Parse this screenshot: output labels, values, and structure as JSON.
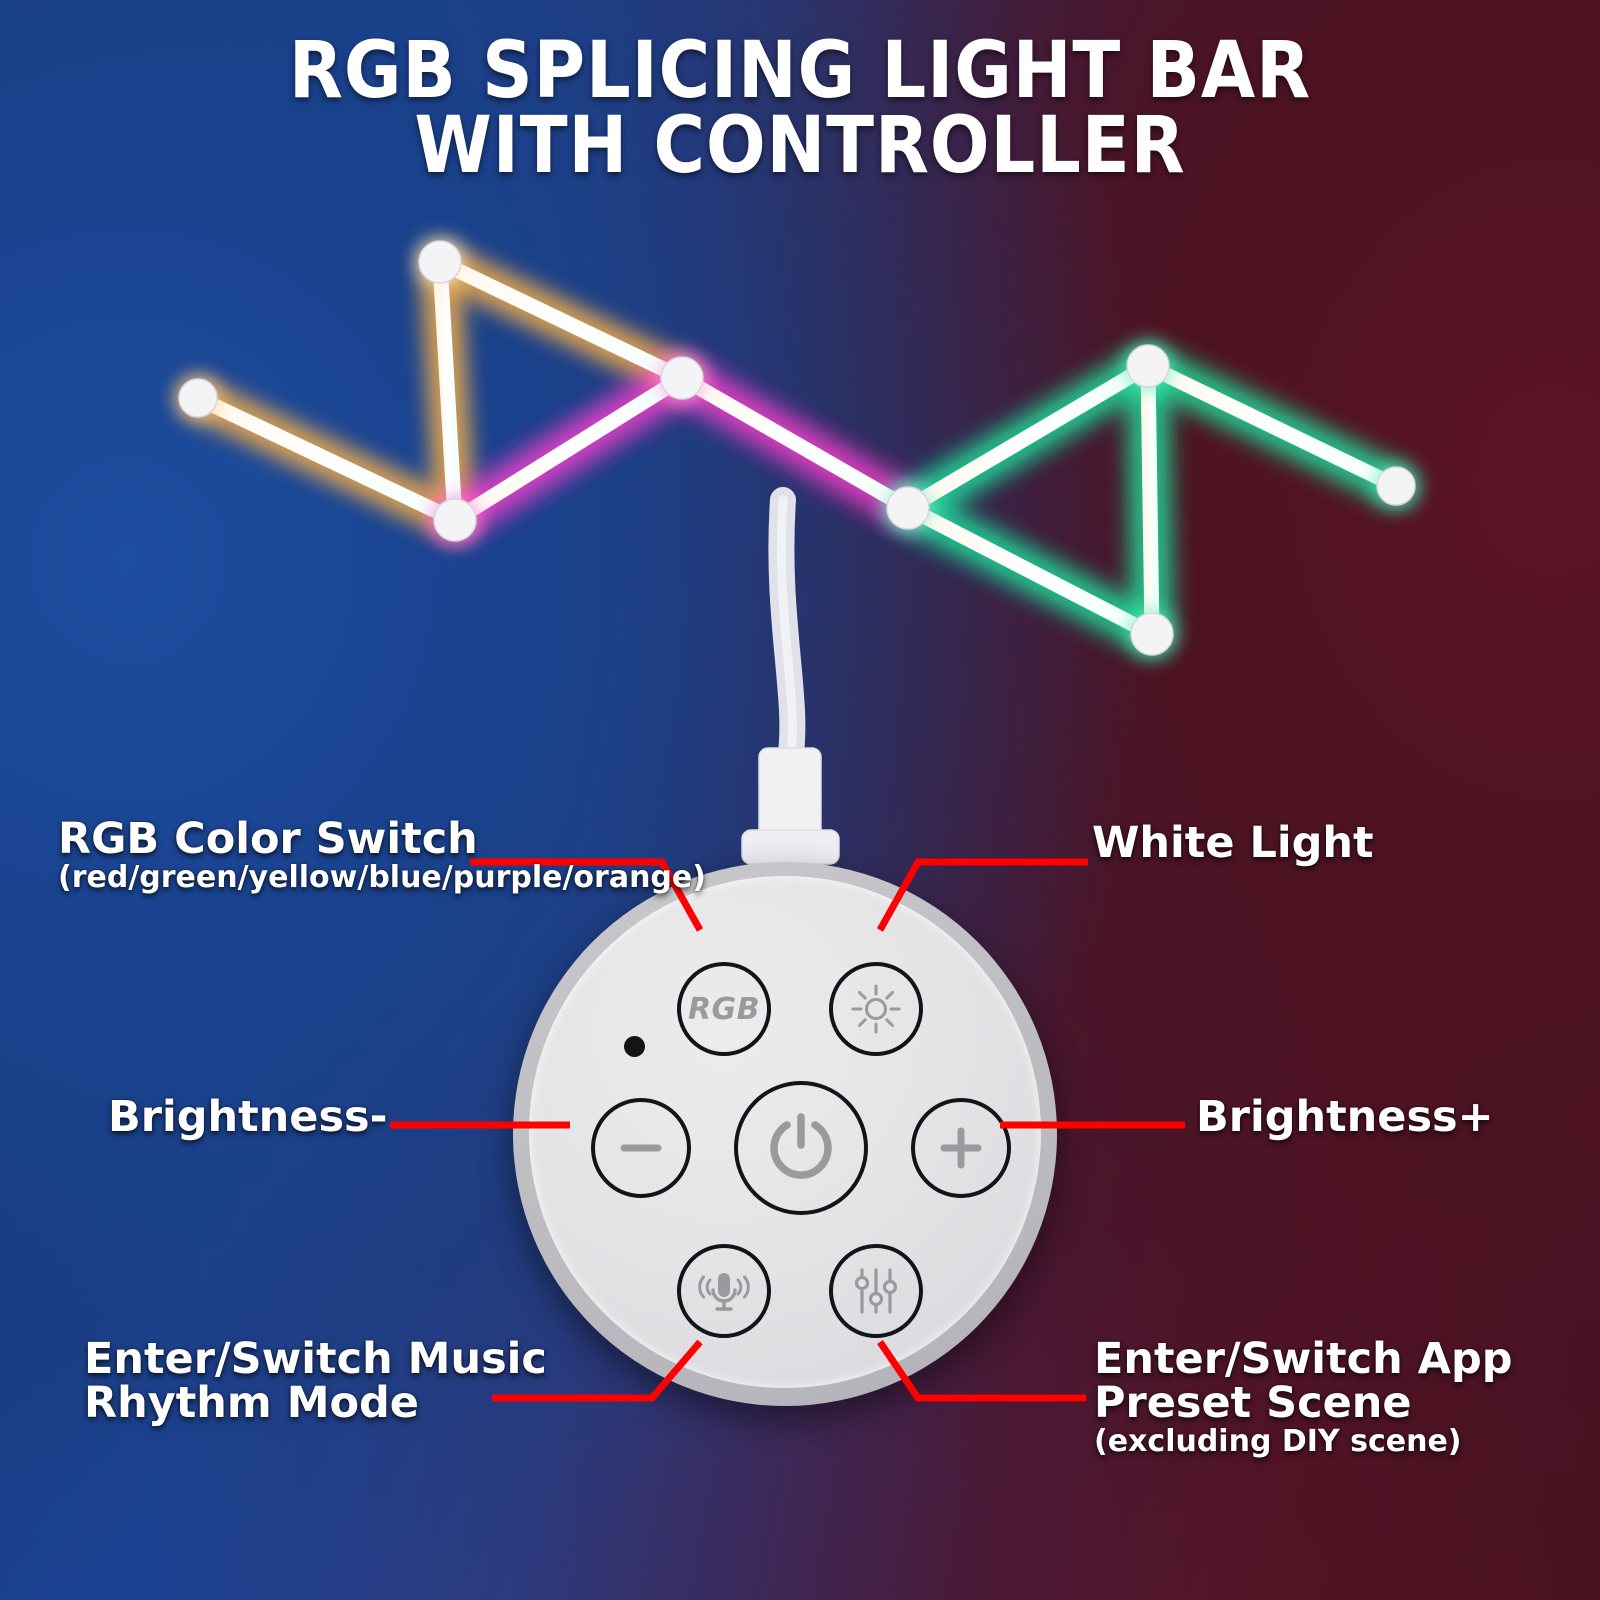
{
  "title": {
    "line1": "RGB SPLICING LIGHT BAR",
    "line2": "WITH CONTROLLER"
  },
  "colors": {
    "background_blue": "#1a428d",
    "background_maroon": "#4d1322",
    "leader_line_red": "#fe0000",
    "label_text": "#ffffff",
    "controller_face": "#e4e4e7",
    "controller_rim": "#bdbdc2",
    "button_outline": "#111418",
    "icon_gray": "#9a9a9e",
    "led_indicator": "#141414",
    "glow_amber": "#ffc86a",
    "glow_magenta": "#ff3fd0",
    "glow_green": "#2fe8a8",
    "cable_white": "#f2f2f4"
  },
  "callouts": [
    {
      "id": "rgb-color-switch",
      "main": "RGB Color Switch",
      "sub": "(red/green/yellow/blue/purple/orange)"
    },
    {
      "id": "white-light",
      "main": "White Light",
      "sub": ""
    },
    {
      "id": "brightness-down",
      "main": "Brightness-",
      "sub": ""
    },
    {
      "id": "brightness-up",
      "main": "Brightness+",
      "sub": ""
    },
    {
      "id": "music-rhythm",
      "main_line1": "Enter/Switch Music",
      "main_line2": "Rhythm Mode",
      "sub": ""
    },
    {
      "id": "app-preset-scene",
      "main_line1": "Enter/Switch App",
      "main_line2": "Preset Scene",
      "sub": "(excluding DIY scene)"
    }
  ],
  "controller": {
    "buttons": [
      {
        "id": "rgb",
        "label": "RGB",
        "icon": "rgb-text"
      },
      {
        "id": "white-light",
        "label": "",
        "icon": "sun-icon"
      },
      {
        "id": "brightness-down",
        "label": "",
        "icon": "minus-icon"
      },
      {
        "id": "power",
        "label": "",
        "icon": "power-icon"
      },
      {
        "id": "brightness-up",
        "label": "",
        "icon": "plus-icon"
      },
      {
        "id": "music",
        "label": "",
        "icon": "microphone-icon"
      },
      {
        "id": "scene",
        "label": "",
        "icon": "sliders-icon"
      }
    ],
    "indicator": "led-indicator-dot"
  },
  "light_bar": {
    "description": "splicing-led-light-bar",
    "segment_count": 9,
    "connector_count": 8,
    "glow_left": "amber",
    "glow_middle": "magenta",
    "glow_right": "green"
  }
}
